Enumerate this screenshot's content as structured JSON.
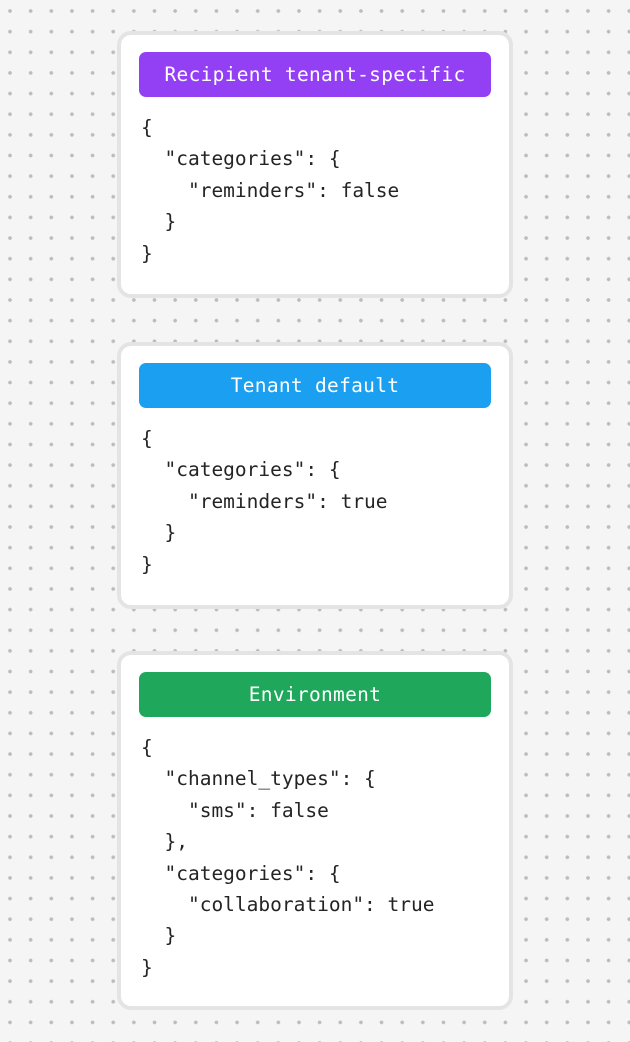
{
  "canvas": {
    "background_color": "#f5f5f5",
    "dot_color": "#bcbcbc",
    "code_text_color": "#242424",
    "card_background": "#ffffff",
    "card_border_color": "#e4e4e4",
    "badge_text_color": "#ffffff"
  },
  "cards": [
    {
      "badge": {
        "label": "Recipient tenant-specific",
        "color": "#9340f5"
      },
      "code": "{\n  \"categories\": {\n    \"reminders\": false\n  }\n}"
    },
    {
      "badge": {
        "label": "Tenant default",
        "color": "#1b9ff1"
      },
      "code": "{\n  \"categories\": {\n    \"reminders\": true\n  }\n}"
    },
    {
      "badge": {
        "label": "Environment",
        "color": "#1fa85c"
      },
      "code": "{\n  \"channel_types\": {\n    \"sms\": false\n  },\n  \"categories\": {\n    \"collaboration\": true\n  }\n}"
    }
  ]
}
